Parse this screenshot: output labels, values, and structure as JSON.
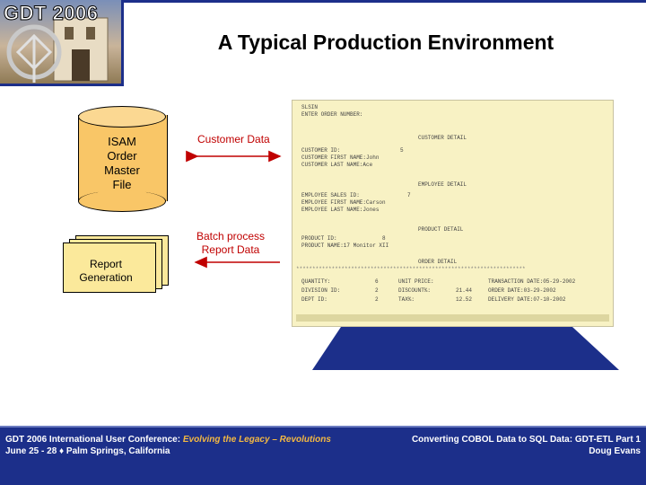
{
  "header": {
    "logo_text": "GDT 2006",
    "title": "A Typical Production Environment"
  },
  "diagram": {
    "cylinder_label": "ISAM\nOrder\nMaster\nFile",
    "docs_label": "Report\nGeneration",
    "arrow_customer_label": "Customer Data",
    "arrow_batch_label": "Batch process\nReport Data",
    "arrow_color": "#c00000",
    "cylinder_color": "#f9c667",
    "docs_color": "#fbe99b",
    "pedestal_color": "#1c2f8a"
  },
  "terminal": {
    "lines": [
      "SLSIN",
      "ENTER ORDER NUMBER:",
      "CUSTOMER DETAIL",
      "CUSTOMER ID:",
      "CUSTOMER FIRST NAME:John",
      "CUSTOMER LAST NAME:Ace",
      "EMPLOYEE DETAIL",
      "EMPLOYEE SALES ID:",
      "EMPLOYEE FIRST NAME:Carson",
      "EMPLOYEE LAST NAME:Jones",
      "PRODUCT DETAIL",
      "PRODUCT ID:",
      "PRODUCT NAME:17 Monitor XII",
      "ORDER DETAIL",
      "QUANTITY:",
      "DIVISION ID:",
      "DEPT ID:",
      "UNIT PRICE:",
      "DISCOUNT%:",
      "TAX%:",
      "TRANSACTION DATE:05-29-2002",
      "ORDER DATE:03-29-2002",
      "DELIVERY DATE:07-10-2002"
    ],
    "values": [
      "5",
      "7",
      "8",
      "6",
      "2",
      "2",
      "21.44",
      "12.52"
    ]
  },
  "footer": {
    "conference": "GDT 2006 International User Conference: ",
    "conference_italic": "Evolving the Legacy – Revolutions",
    "date_location": "June 25 - 28  ♦  Palm Springs, California",
    "talk_title": "Converting COBOL Data to SQL Data: GDT-ETL Part 1",
    "author": "Doug Evans"
  }
}
